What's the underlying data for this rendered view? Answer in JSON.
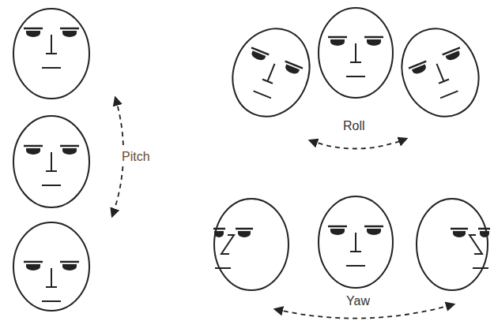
{
  "diagram": {
    "labels": [
      "Pitch",
      "Roll",
      "Yaw"
    ]
  }
}
